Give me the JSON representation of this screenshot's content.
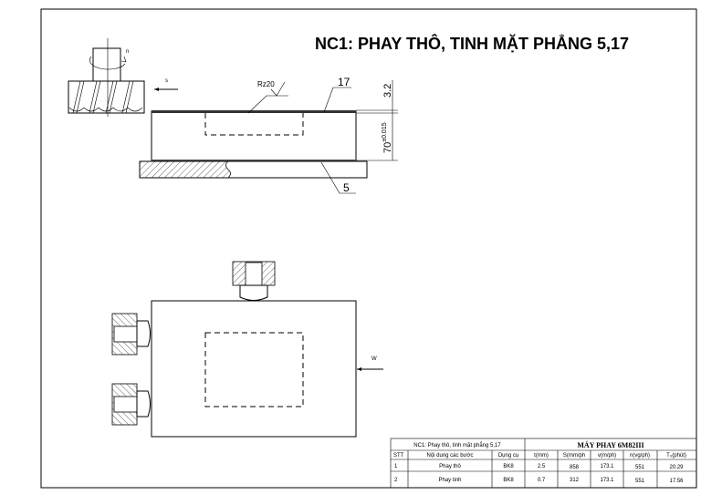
{
  "title": "NC1: PHAY THÔ, TINH MẶT PHẲNG 5,17",
  "annotations": {
    "spindle_rotation": "n",
    "feed": "s",
    "roughness": "Rz20",
    "surface_top": "17",
    "surface_bottom": "5",
    "dim_layer": "3.2",
    "dim_height": "70",
    "dim_tolerance": "±0.015",
    "clamping_force": "W"
  },
  "table": {
    "operation_title": "NC1: Phay thô, tinh mặt phẳng 5,17",
    "machine_title": "MÁY PHAY 6M82III",
    "headers": [
      "STT",
      "Nội dung các bước",
      "Dụng cụ",
      "t(mm)",
      "S(mm/ph",
      "v(m/ph)",
      "n(vg/ph)",
      "T₀(phút)"
    ],
    "rows": [
      [
        "1",
        "Phay thô",
        "BK8",
        "2.5",
        "858",
        "173.1",
        "551",
        "20.29"
      ],
      [
        "2",
        "Phay tinh",
        "BK8",
        "0.7",
        "312",
        "173.1",
        "551",
        "17.56"
      ]
    ]
  }
}
